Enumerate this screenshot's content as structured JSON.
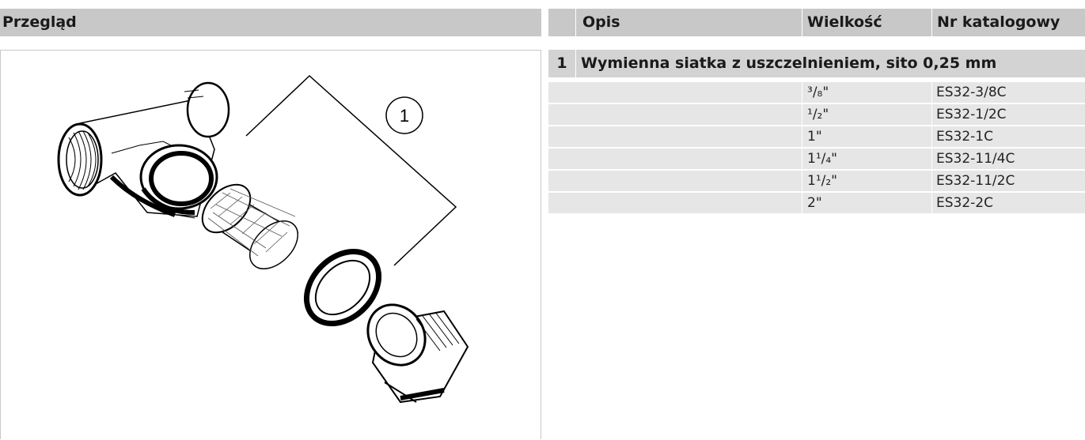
{
  "headers": {
    "overview": "Przegląd",
    "description": "Opis",
    "size": "Wielkość",
    "catalog_number": "Nr katalogowy"
  },
  "illustration": {
    "callout_number": "1"
  },
  "section": {
    "number": "1",
    "title": "Wymienna siatka z uszczelnieniem, sito 0,25 mm"
  },
  "rows": [
    {
      "description": "",
      "size": "³/₈\"",
      "catalog_number": "ES32-3/8C"
    },
    {
      "description": "",
      "size": "¹/₂\"",
      "catalog_number": "ES32-1/2C"
    },
    {
      "description": "",
      "size": "1\"",
      "catalog_number": "ES32-1C"
    },
    {
      "description": "",
      "size": "1¹/₄\"",
      "catalog_number": "ES32-11/4C"
    },
    {
      "description": "",
      "size": "1¹/₂\"",
      "catalog_number": "ES32-11/2C"
    },
    {
      "description": "",
      "size": "2\"",
      "catalog_number": "ES32-2C"
    }
  ]
}
